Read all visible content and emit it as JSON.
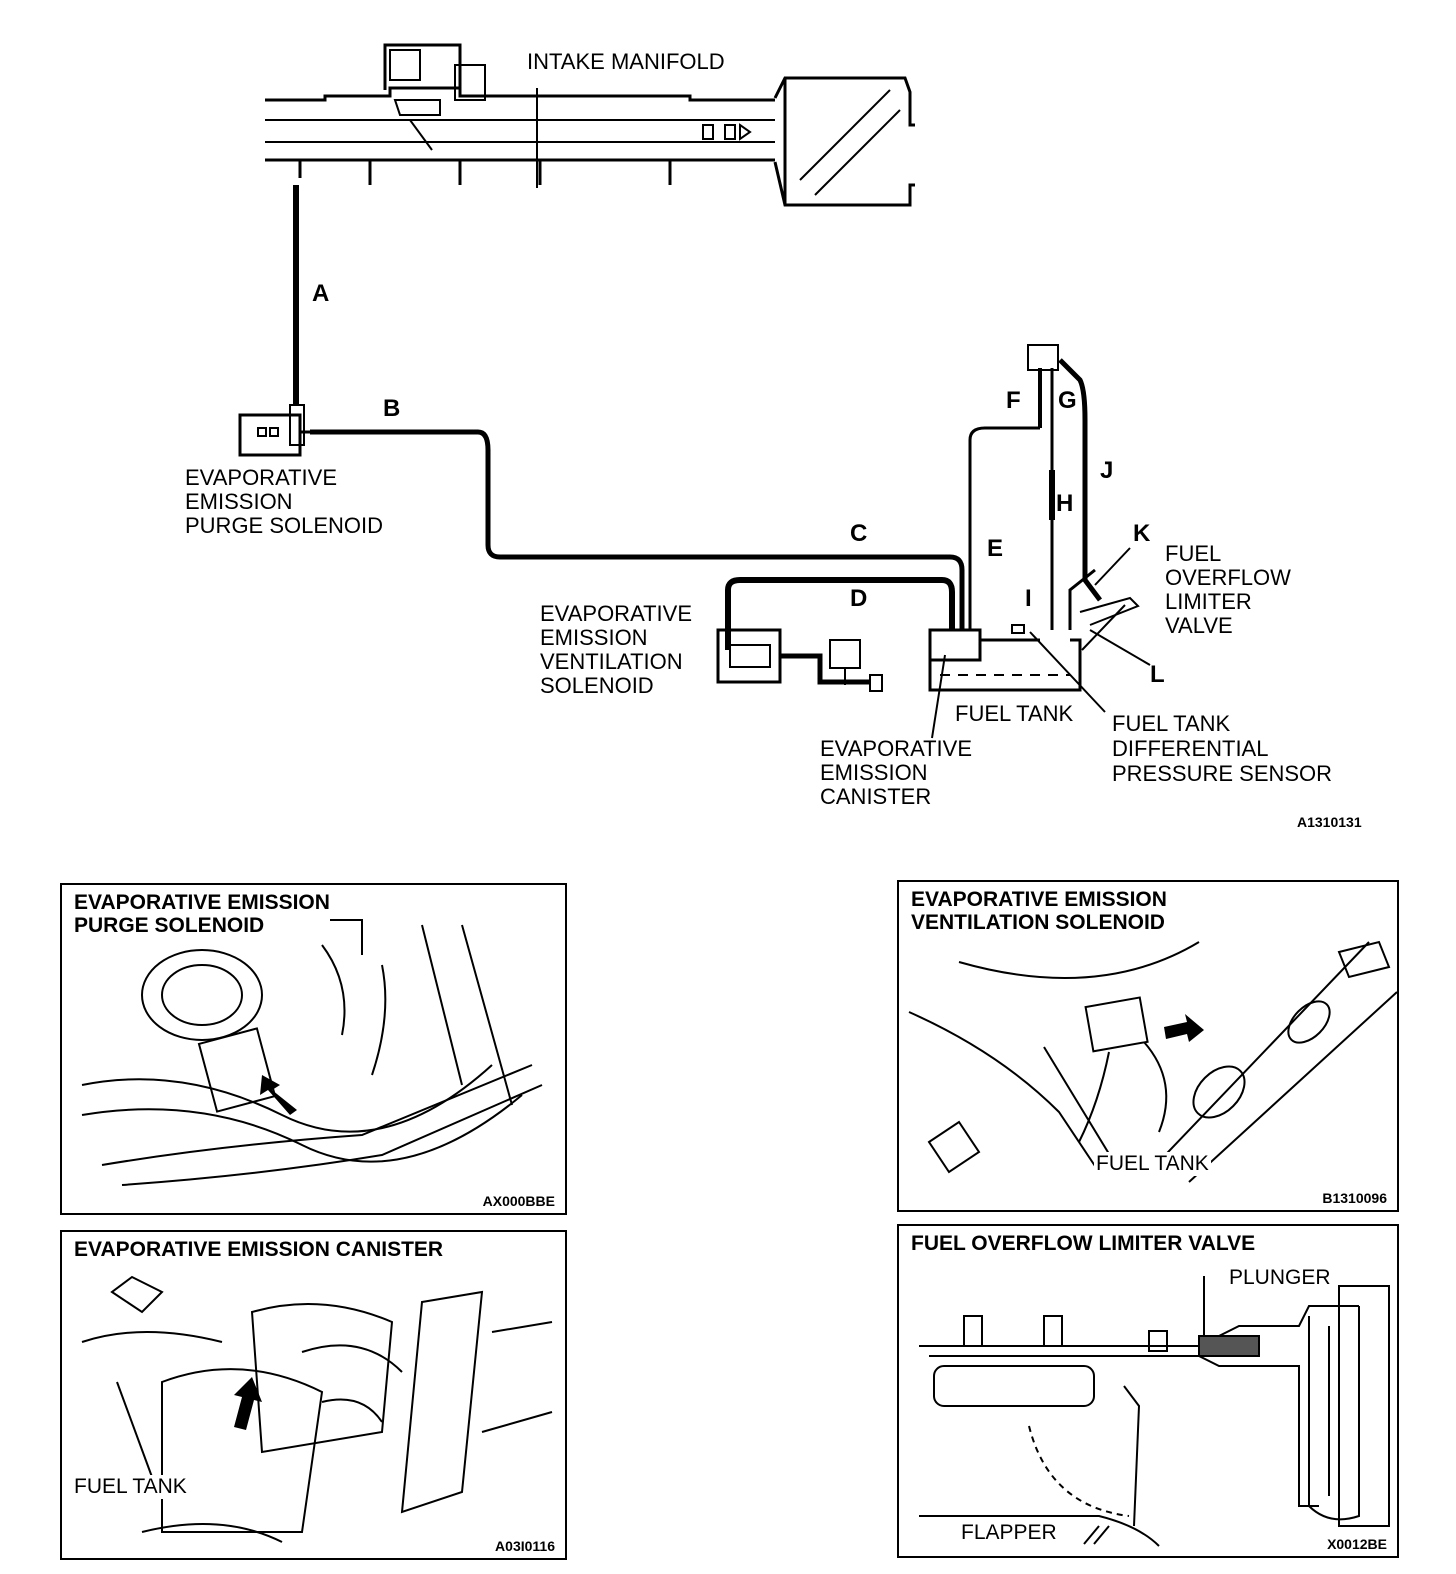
{
  "main_diagram": {
    "labels": {
      "intake_manifold": "INTAKE MANIFOLD",
      "purge_solenoid": [
        "EVAPORATIVE",
        "EMISSION",
        "PURGE SOLENOID"
      ],
      "ventilation_solenoid": [
        "EVAPORATIVE",
        "EMISSION",
        "VENTILATION",
        "SOLENOID"
      ],
      "canister": [
        "EVAPORATIVE",
        "EMISSION",
        "CANISTER"
      ],
      "fuel_tank": "FUEL TANK",
      "overflow_valve": [
        "FUEL",
        "OVERFLOW",
        "LIMITER",
        "VALVE"
      ],
      "pressure_sensor": [
        "FUEL TANK",
        "DIFFERENTIAL",
        "PRESSURE SENSOR"
      ]
    },
    "hose_letters": [
      "A",
      "B",
      "C",
      "D",
      "E",
      "F",
      "G",
      "H",
      "I",
      "J",
      "K",
      "L"
    ],
    "figure_code": "A1310131"
  },
  "panels": {
    "purge_solenoid": {
      "title": "EVAPORATIVE EMISSION\nPURGE SOLENOID",
      "code": "AX000BBE"
    },
    "ventilation_solenoid": {
      "title": "EVAPORATIVE EMISSION\nVENTILATION SOLENOID",
      "label": "FUEL TANK",
      "code": "B1310096"
    },
    "canister": {
      "title": "EVAPORATIVE EMISSION CANISTER",
      "label": "FUEL TANK",
      "code": "A03I0116"
    },
    "overflow_valve": {
      "title": "FUEL OVERFLOW LIMITER VALVE",
      "plunger_label": "PLUNGER",
      "flapper_label": "FLAPPER",
      "code": "X0012BE"
    }
  }
}
